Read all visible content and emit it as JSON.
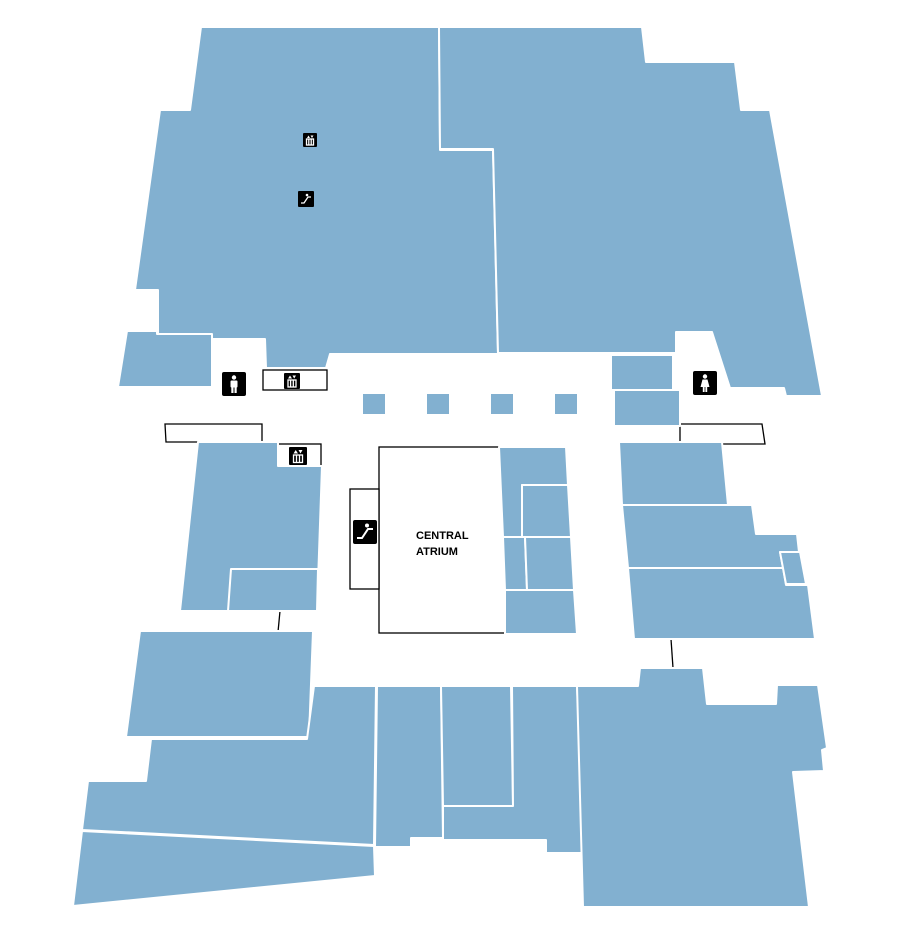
{
  "map": {
    "atrium_label": [
      "CENTRAL",
      "ATRIUM"
    ],
    "colors": {
      "store": "#82b0d0",
      "corridor": "#ffffff",
      "stroke": "#000000",
      "icon": "#000000"
    },
    "icons": [
      {
        "name": "elevator-icon",
        "type": "elevator"
      },
      {
        "name": "escalator-icon",
        "type": "escalator"
      },
      {
        "name": "restroom-men-icon",
        "type": "men"
      },
      {
        "name": "restroom-women-icon",
        "type": "women"
      }
    ]
  }
}
